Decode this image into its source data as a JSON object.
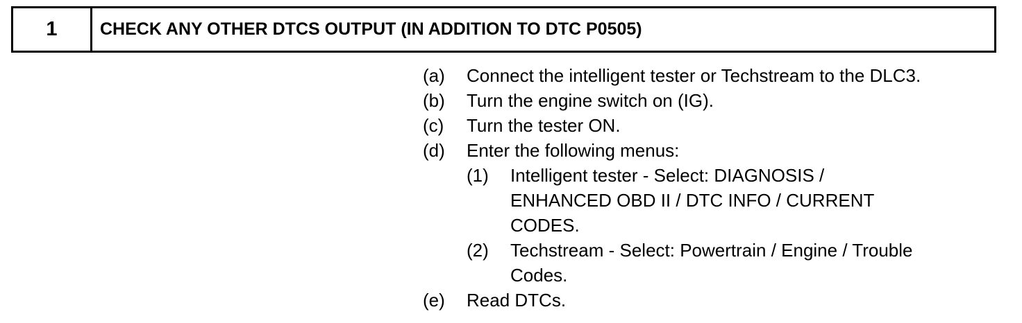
{
  "header": {
    "step_number": "1",
    "title": "CHECK ANY OTHER DTCS OUTPUT (IN ADDITION TO DTC P0505)"
  },
  "steps": [
    {
      "marker": "(a)",
      "text": "Connect the intelligent tester or Techstream to the DLC3."
    },
    {
      "marker": "(b)",
      "text": "Turn the engine switch on (IG)."
    },
    {
      "marker": "(c)",
      "text": "Turn the tester ON."
    },
    {
      "marker": "(d)",
      "text": "Enter the following menus:"
    },
    {
      "marker": "(e)",
      "text": "Read DTCs."
    }
  ],
  "sub_steps": [
    {
      "marker": "(1)",
      "lines": [
        "Intelligent tester - Select: DIAGNOSIS /",
        "ENHANCED OBD II / DTC INFO / CURRENT",
        "CODES."
      ]
    },
    {
      "marker": "(2)",
      "lines": [
        "Techstream - Select: Powertrain / Engine / Trouble",
        "Codes."
      ]
    }
  ]
}
